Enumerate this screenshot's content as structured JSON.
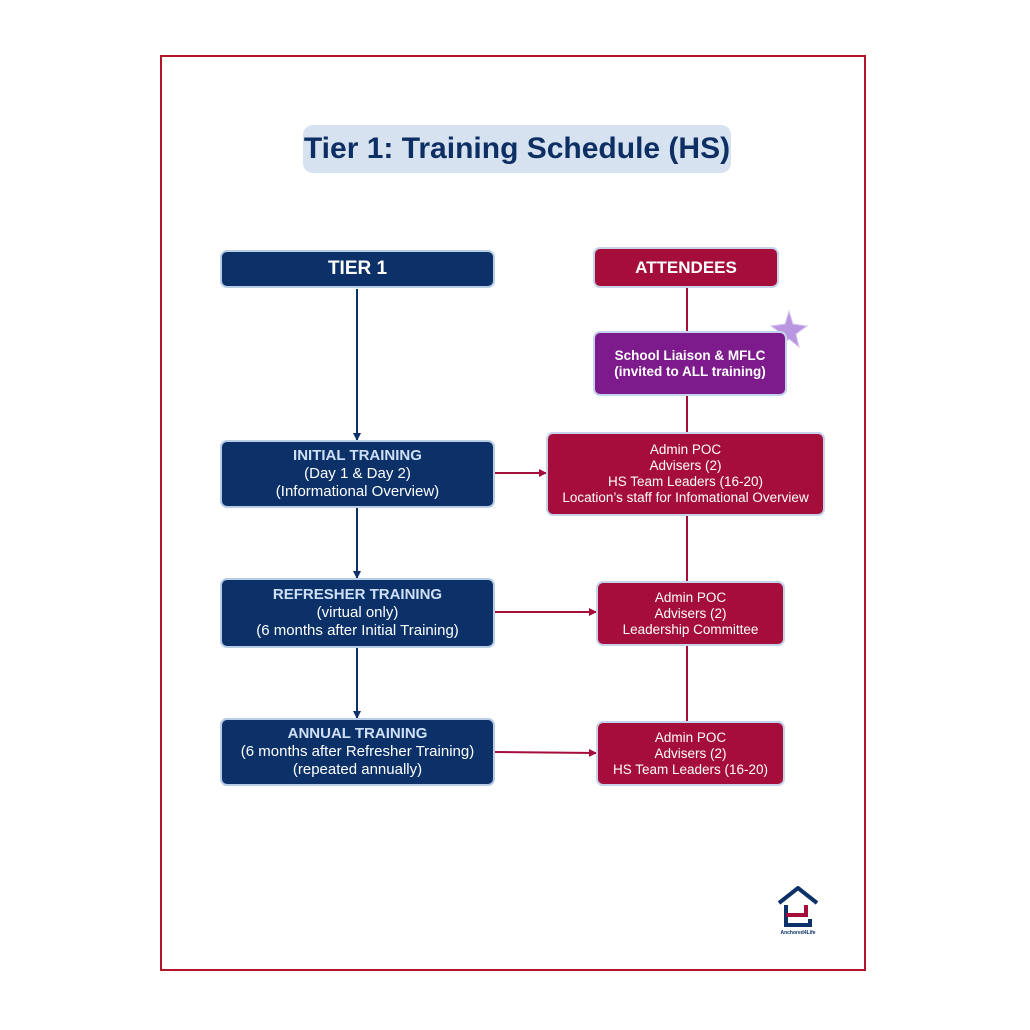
{
  "title": "Tier 1: Training Schedule (HS)",
  "columns": {
    "left_header": "TIER 1",
    "right_header": "ATTENDEES"
  },
  "liaison": {
    "line1": "School Liaison & MFLC",
    "line2": "(invited to ALL training)"
  },
  "trainings": [
    {
      "title": "INITIAL TRAINING",
      "line2": "(Day 1 & Day 2)",
      "line3": "(Informational Overview)"
    },
    {
      "title": "REFRESHER TRAINING",
      "line2": "(virtual only)",
      "line3": "(6 months after Initial Training)"
    },
    {
      "title": "ANNUAL TRAINING",
      "line2": "(6 months after Refresher Training)",
      "line3": "(repeated annually)"
    }
  ],
  "attendees": [
    {
      "lines": [
        "Admin POC",
        "Advisers (2)",
        "HS Team Leaders (16-20)",
        "Location’s staff for Infomational Overview"
      ]
    },
    {
      "lines": [
        "Admin POC",
        "Advisers (2)",
        "Leadership Committee"
      ]
    },
    {
      "lines": [
        "Admin POC",
        "Advisers (2)",
        "HS Team Leaders (16-20)"
      ]
    }
  ],
  "logo": {
    "label": "Anchored4Life",
    "icon": "house-logo-icon"
  },
  "colors": {
    "navy": "#0b3168",
    "crimson": "#a50d3a",
    "purple": "#7d1a8c",
    "title_bg": "#d6e2ef",
    "frame": "#b5152b"
  }
}
